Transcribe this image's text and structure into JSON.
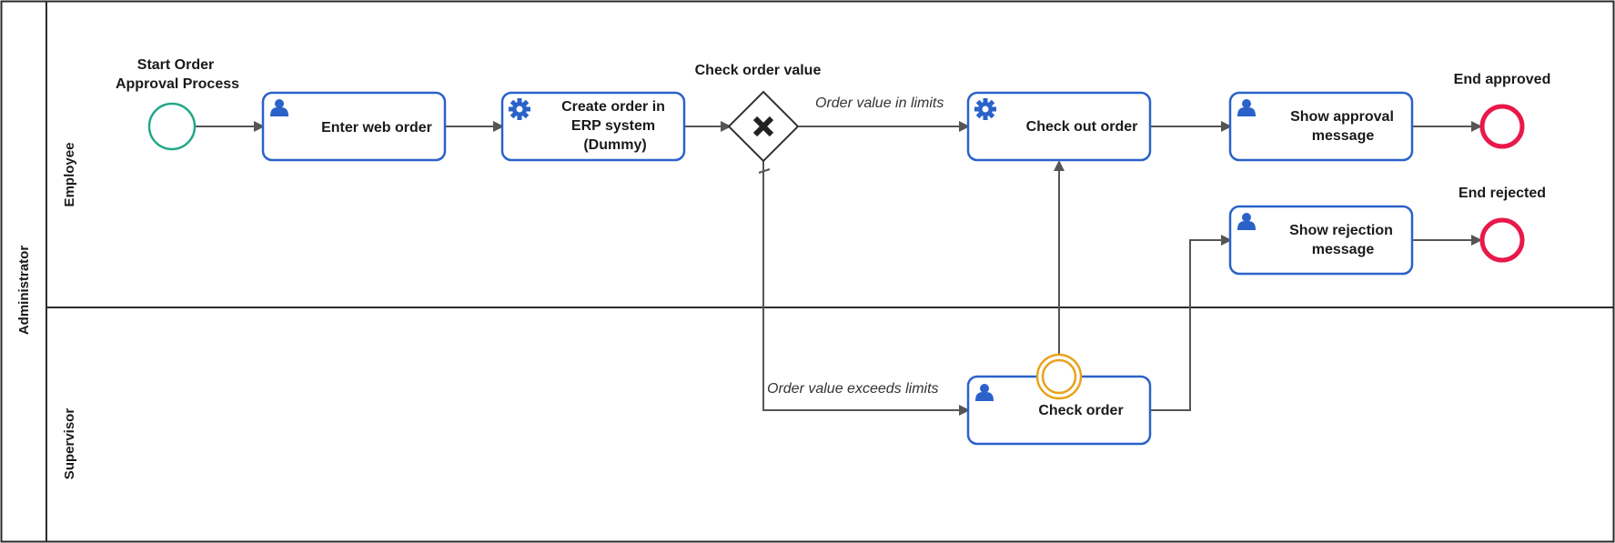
{
  "colors": {
    "task_border": "#2a62c9",
    "start_event": "#22a88a",
    "end_event": "#e8194a",
    "boundary_event": "#e8a21b",
    "flow": "#555555",
    "lane_border": "#2b2b2b",
    "icon": "#2a62c9"
  },
  "pool": {
    "label": "Administrator"
  },
  "lanes": [
    {
      "label": "Employee"
    },
    {
      "label": "Supervisor"
    }
  ],
  "events": {
    "start": {
      "label_line1": "Start Order",
      "label_line2": "Approval Process"
    },
    "end_approved": {
      "label": "End approved"
    },
    "end_rejected": {
      "label": "End rejected"
    }
  },
  "gateway": {
    "label": "Check order value",
    "icon": "x-icon"
  },
  "tasks": {
    "enter_web_order": {
      "label": "Enter web order",
      "icon": "user-icon"
    },
    "create_order": {
      "label_line1": "Create order in",
      "label_line2": "ERP system",
      "label_line3": "(Dummy)",
      "icon": "gear-icon"
    },
    "check_out_order": {
      "label": "Check out order",
      "icon": "gear-icon"
    },
    "show_approval": {
      "label_line1": "Show approval",
      "label_line2": "message",
      "icon": "user-icon"
    },
    "show_rejection": {
      "label_line1": "Show rejection",
      "label_line2": "message",
      "icon": "user-icon"
    },
    "check_order": {
      "label": "Check order",
      "icon": "user-icon"
    }
  },
  "flows": {
    "in_limits": "Order value in limits",
    "exceeds_limits": "Order value exceeds limits"
  }
}
